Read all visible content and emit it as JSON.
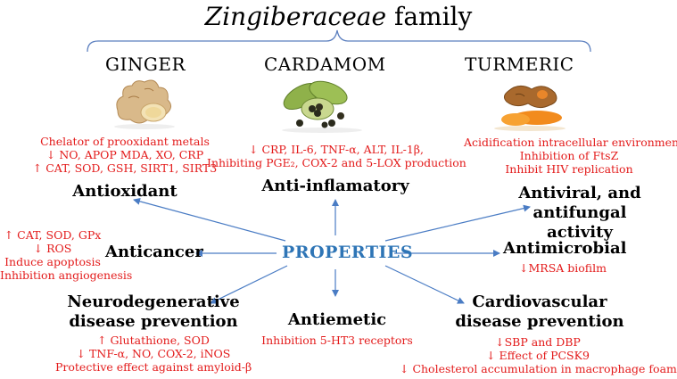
{
  "title": {
    "italic": "Zingiberaceae",
    "rest": " family"
  },
  "plants": {
    "ginger": {
      "label": "GINGER"
    },
    "cardamom": {
      "label": "CARDAMOM"
    },
    "turmeric": {
      "label": "TURMERIC"
    }
  },
  "center": "PROPERTIES",
  "properties": {
    "antioxidant": {
      "heading": "Antioxidant",
      "details": [
        "Chelator of prooxidant metals",
        "↓ NO, APOP MDA, XO, CRP",
        "↑ CAT, SOD, GSH, SIRT1, SIRT3"
      ]
    },
    "antiinflammatory": {
      "heading": "Anti-inflamatory",
      "details": [
        "↓ CRP, IL-6, TNF-α, ALT, IL-1β,",
        "Inhibiting PGE₂, COX-2 and 5-LOX production"
      ]
    },
    "antiviral": {
      "heading_line1": "Antiviral, and",
      "heading_line2": "antifungal activity",
      "details": [
        "Acidification intracellular environment",
        "Inhibition of FtsZ",
        "Inhibit HIV replication"
      ]
    },
    "anticancer": {
      "heading": "Anticancer",
      "details": [
        "↑ CAT, SOD, GPx",
        "↓ ROS",
        "Induce apoptosis",
        "Inhibition angiogenesis"
      ]
    },
    "antimicrobial": {
      "heading": "Antimicrobial",
      "details": [
        "↓MRSA biofilm"
      ]
    },
    "neuro": {
      "heading_line1": "Neurodegenerative",
      "heading_line2": "disease prevention",
      "details": [
        "↑ Glutathione, SOD",
        "↓ TNF-α, NO, COX-2, iNOS",
        "Protective effect against amyloid-β"
      ]
    },
    "antiemetic": {
      "heading": "Antiemetic",
      "details": [
        "Inhibition 5-HT3 receptors"
      ]
    },
    "cardio": {
      "heading_line1": "Cardiovascular",
      "heading_line2": "disease prevention",
      "details": [
        "↓SBP and DBP",
        "↓ Effect of PCSK9",
        "↓ Cholesterol accumulation in macrophage foam cells"
      ]
    }
  },
  "colors": {
    "arrow": "#4a7cc4",
    "center": "#2e75b6",
    "detail": "#e31b1b",
    "brace": "#5b7fbf"
  }
}
